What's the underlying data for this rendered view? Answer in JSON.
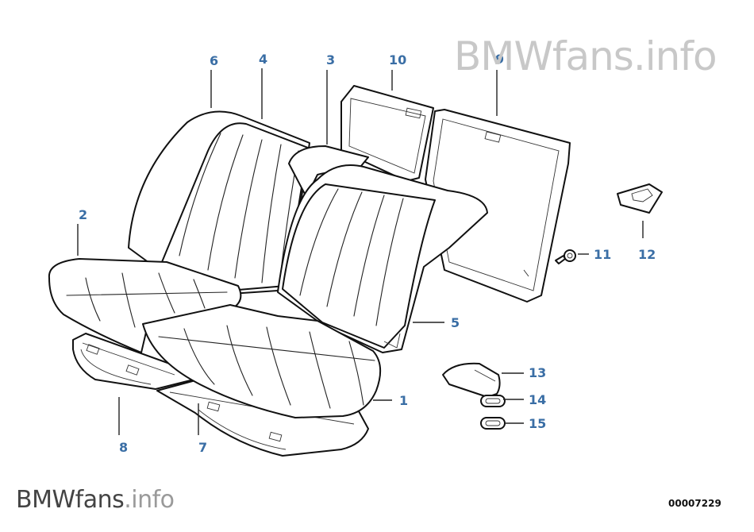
{
  "watermark": {
    "brand": "BMWfans",
    "suffix": ".info"
  },
  "diagram_ref": "00007229",
  "callouts": [
    "1",
    "2",
    "3",
    "4",
    "5",
    "6",
    "7",
    "8",
    "9",
    "10",
    "11",
    "12",
    "13",
    "14",
    "15"
  ]
}
